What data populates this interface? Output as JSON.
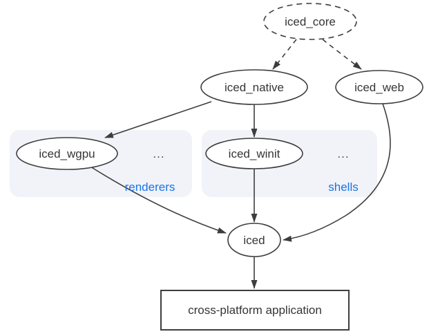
{
  "colors": {
    "stroke": "#3d3d3d",
    "text": "#353535",
    "accent_blue": "#1a73e8",
    "group_fill": "#f1f3f8",
    "node_fill": "#ffffff",
    "background": "#ffffff"
  },
  "nodes": {
    "iced_core": {
      "label": "iced_core"
    },
    "iced_native": {
      "label": "iced_native"
    },
    "iced_web": {
      "label": "iced_web"
    },
    "iced_wgpu": {
      "label": "iced_wgpu"
    },
    "iced_winit": {
      "label": "iced_winit"
    },
    "iced": {
      "label": "iced"
    },
    "application": {
      "label": "cross-platform application"
    }
  },
  "groups": {
    "renderers": {
      "label": "renderers",
      "ellipsis": "..."
    },
    "shells": {
      "label": "shells",
      "ellipsis": "..."
    }
  },
  "edges": [
    {
      "from": "iced_core",
      "to": "iced_native",
      "style": "dashed"
    },
    {
      "from": "iced_core",
      "to": "iced_web",
      "style": "dashed"
    },
    {
      "from": "iced_native",
      "to": "iced_wgpu",
      "style": "solid"
    },
    {
      "from": "iced_native",
      "to": "iced_winit",
      "style": "solid"
    },
    {
      "from": "iced_wgpu",
      "to": "iced",
      "style": "solid"
    },
    {
      "from": "iced_winit",
      "to": "iced",
      "style": "solid"
    },
    {
      "from": "iced_web",
      "to": "iced",
      "style": "solid"
    },
    {
      "from": "iced",
      "to": "application",
      "style": "solid"
    }
  ]
}
